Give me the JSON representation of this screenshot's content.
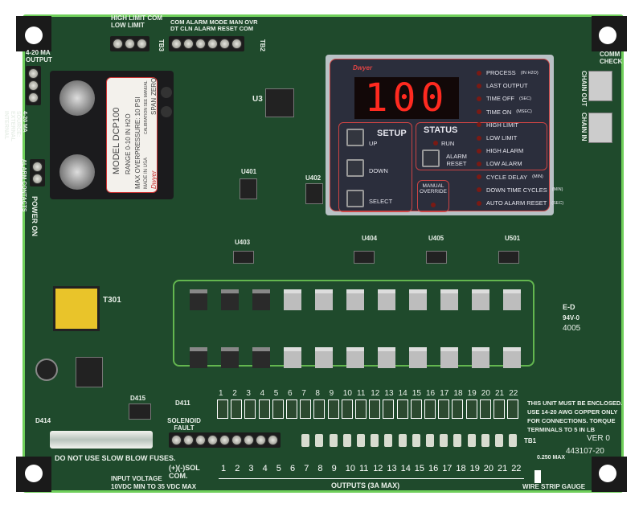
{
  "brand": "Dwyer",
  "module": {
    "model": "MODEL DCP100",
    "range": "RANGE 0-10 IN H2O",
    "overpressure": "MAX OVERPRESSURE: 10 PSI",
    "made": "MADE IN USA",
    "calibration": "CALIBRATION SEE MANUAL",
    "span": "SPAN",
    "zero": "ZERO",
    "plus": "+",
    "minus": "-"
  },
  "display": {
    "value": "100"
  },
  "setup": {
    "title": "SETUP",
    "up": "UP",
    "down": "DOWN",
    "select": "SELECT"
  },
  "status": {
    "title": "STATUS",
    "run": "RUN",
    "alarm_reset": "ALARM RESET",
    "manual_override": "MANUAL OVERRIDE"
  },
  "indicators": [
    {
      "label": "PROCESS",
      "unit": "(IN H2O)"
    },
    {
      "label": "LAST OUTPUT",
      "unit": ""
    },
    {
      "label": "TIME OFF",
      "unit": "(SEC)"
    },
    {
      "label": "TIME ON",
      "unit": "(MSEC)"
    },
    {
      "label": "HIGH LIMIT",
      "unit": ""
    },
    {
      "label": "LOW LIMIT",
      "unit": ""
    },
    {
      "label": "HIGH ALARM",
      "unit": ""
    },
    {
      "label": "LOW ALARM",
      "unit": ""
    },
    {
      "label": "CYCLE DELAY",
      "unit": "(MIN)"
    },
    {
      "label": "DOWN TIME CYCLES",
      "unit": "(MIN)"
    },
    {
      "label": "AUTO ALARM RESET",
      "unit": "(SEC)"
    }
  ],
  "tb3": {
    "name": "TB3",
    "labels": [
      "HIGH LIMIT",
      "COM",
      "LOW LIMIT"
    ]
  },
  "tb2": {
    "name": "TB2",
    "labels": [
      "COM",
      "ALARM MODE",
      "MAN OVR",
      "DT CLN",
      "ALARM RESET",
      "COM"
    ]
  },
  "left": {
    "output": "4-20 MA OUTPUT",
    "source": "4-20 MA SOURCE: EXTERNAL INTERNAL",
    "alarm": "ALARM CONTACTS",
    "power": "POWER ON"
  },
  "right": {
    "comm": "COMM CHECK",
    "chain_out": "CHAIN OUT",
    "chain_in": "CHAIN IN",
    "e": "E-D",
    "v": "94V-0",
    "code": "4005"
  },
  "parts": {
    "u3": "U3",
    "u401": "U401",
    "u402": "U402",
    "u403": "U403",
    "u404": "U404",
    "u405": "U405",
    "u501": "U501",
    "t301": "T301",
    "d415": "D415",
    "d411": "D411",
    "d414": "D414"
  },
  "bottom": {
    "solenoid": "SOLENOID FAULT",
    "fuse_warning": "DO NOT USE SLOW BLOW FUSES.",
    "input_voltage": "INPUT VOLTAGE",
    "voltage_range": "10VDC MIN TO 35 VDC MAX",
    "terminals": "(+)(-)SOL COM.",
    "outputs": "OUTPUTS (3A MAX)",
    "tb1": "TB1",
    "warning1": "THIS UNIT MUST BE ENCLOSED.",
    "warning2": "USE 14-20 AWG COPPER ONLY",
    "warning3": "FOR CONNECTIONS. TORQUE",
    "warning4": "TERMINALS TO 5 IN LB",
    "ver": "VER 0",
    "part": "443107-20",
    "strip": "0.250 MAX",
    "strip_gauge": "WIRE STRIP GAUGE",
    "channels": [
      "1",
      "2",
      "3",
      "4",
      "5",
      "6",
      "7",
      "8",
      "9",
      "10",
      "11",
      "12",
      "13",
      "14",
      "15",
      "16",
      "17",
      "18",
      "19",
      "20",
      "21",
      "22"
    ]
  },
  "colors": {
    "board": "#1f4a2c",
    "edge": "#6fcf5a",
    "panel": "#2b2e3c",
    "segment": "#ff2a20"
  }
}
